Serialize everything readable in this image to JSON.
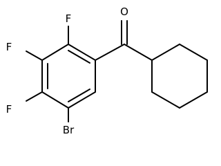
{
  "molecule": {
    "atoms": {
      "oxygen": "O",
      "fluorine_1": "F",
      "fluorine_2": "F",
      "fluorine_3": "F",
      "bromine": "Br"
    },
    "colors": {
      "bond": "#000000",
      "label": "#000000",
      "background": "#ffffff"
    }
  }
}
